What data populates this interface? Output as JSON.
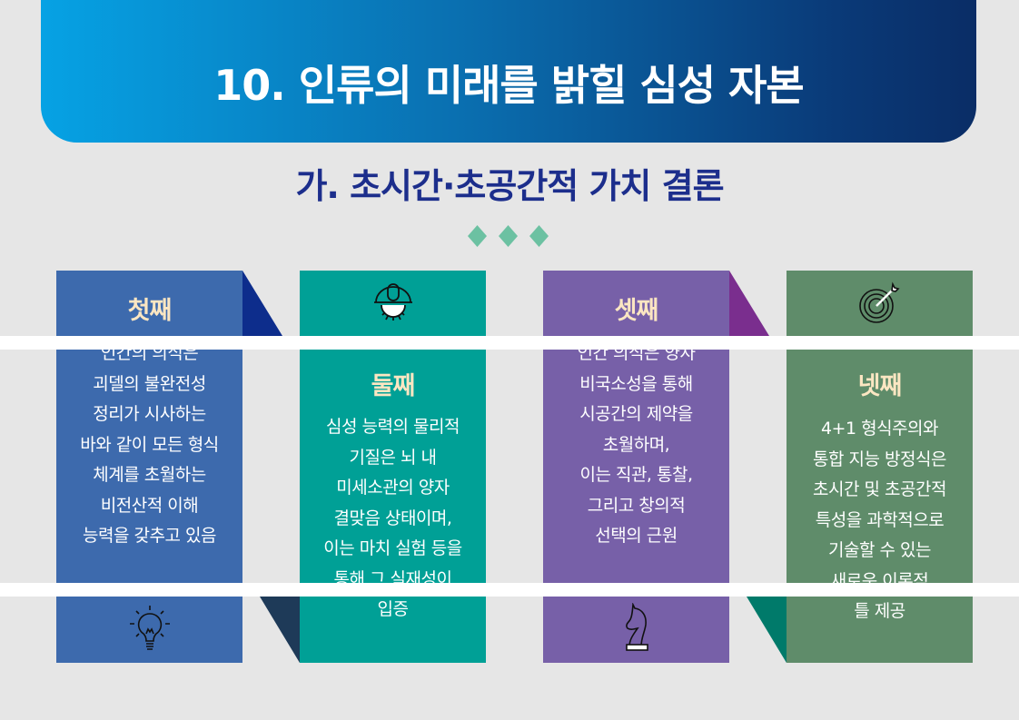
{
  "header": {
    "title": "10. 인류의 미래를 밝힐 심성 자본"
  },
  "subtitle": "가. 초시간·초공간적 가치 결론",
  "colors": {
    "card1": "#3d6aad",
    "card2": "#00a096",
    "card3": "#7760a8",
    "card4": "#5f8c6a",
    "title_text": "#fbe6c2"
  },
  "cards": [
    {
      "title": "첫째",
      "icon": "lightbulb-icon",
      "lines": [
        "인간의 의식은",
        "괴델의 불완전성",
        "정리가 시사하는",
        "바와 같이 모든 형식",
        "체계를 초월하는",
        "비전산적 이해",
        "능력을 갖추고 있음"
      ]
    },
    {
      "title": "둘째",
      "icon": "hardhat-gear-icon",
      "lines": [
        "심성 능력의 물리적",
        "기질은 뇌 내",
        "미세소관의 양자",
        "결맞음 상태이며,",
        "이는 마치 실험 등을",
        "통해 그 실재성이",
        "입증"
      ]
    },
    {
      "title": "셋째",
      "icon": "chess-knight-icon",
      "lines": [
        "인간 의식은 양자",
        "비국소성을 통해",
        "시공간의 제약을",
        "초월하며,",
        "이는 직관, 통찰,",
        "그리고 창의적",
        "선택의 근원"
      ]
    },
    {
      "title": "넷째",
      "icon": "target-arrow-icon",
      "lines": [
        "4+1 형식주의와",
        "통합 지능 방정식은",
        "초시간 및 초공간적",
        "특성을 과학적으로",
        "기술할 수 있는",
        "새로운 이론적",
        "틀 제공"
      ]
    }
  ]
}
